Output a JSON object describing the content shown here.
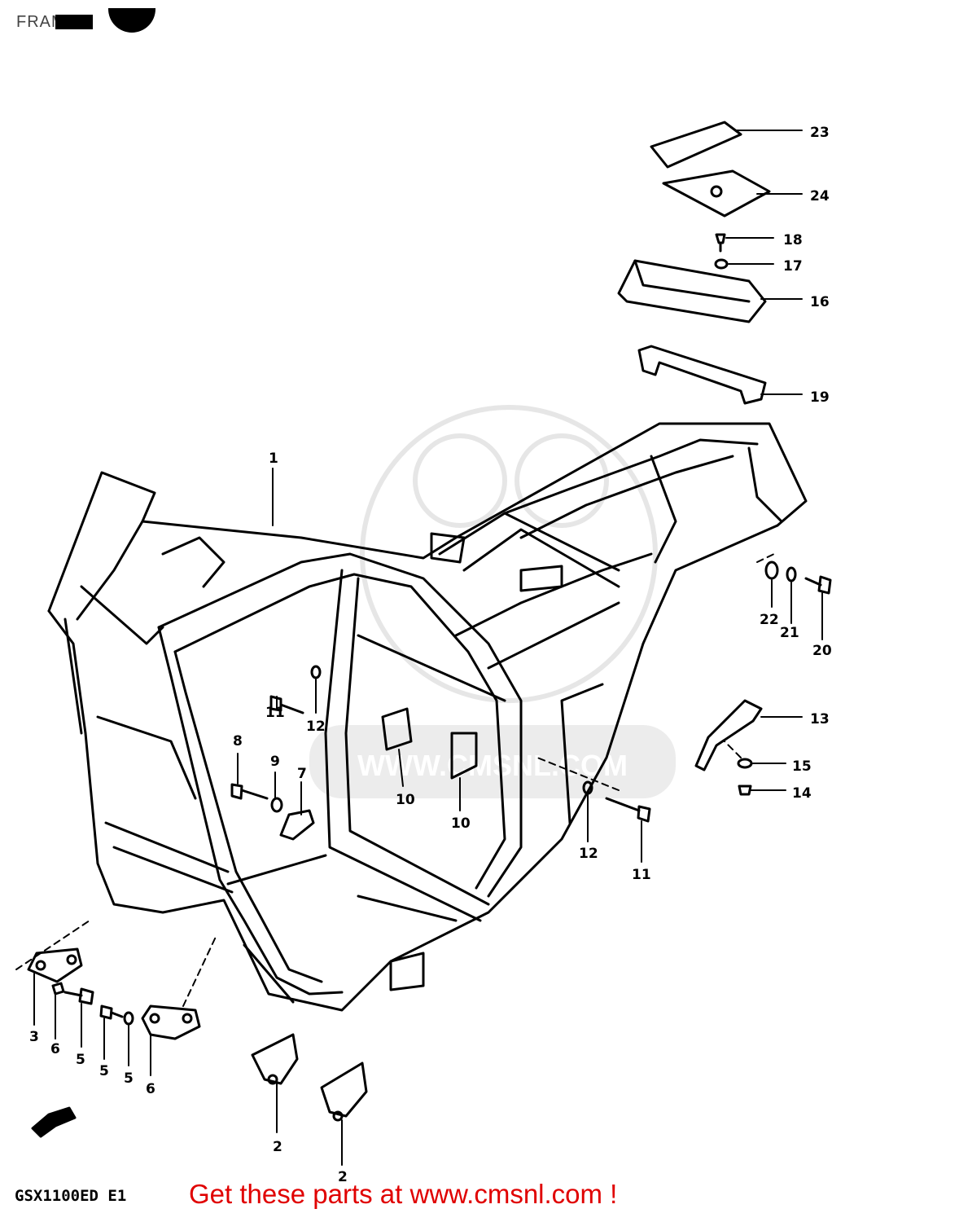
{
  "header": {
    "section_title": "FRAME"
  },
  "footer": {
    "model_code": "GSX1100ED  E1",
    "promo_prefix": "Get these parts at ",
    "promo_link": "www.cmsnl.com",
    "promo_suffix": " !"
  },
  "watermark": {
    "text": "WWW.CMSNL.COM"
  },
  "callouts": [
    {
      "id": "23",
      "label": "23"
    },
    {
      "id": "24",
      "label": "24"
    },
    {
      "id": "18",
      "label": "18"
    },
    {
      "id": "17",
      "label": "17"
    },
    {
      "id": "16",
      "label": "16"
    },
    {
      "id": "19",
      "label": "19"
    },
    {
      "id": "1",
      "label": "1"
    },
    {
      "id": "22",
      "label": "22"
    },
    {
      "id": "21",
      "label": "21"
    },
    {
      "id": "20",
      "label": "20"
    },
    {
      "id": "11a",
      "label": "11"
    },
    {
      "id": "12a",
      "label": "12"
    },
    {
      "id": "13",
      "label": "13"
    },
    {
      "id": "15",
      "label": "15"
    },
    {
      "id": "14",
      "label": "14"
    },
    {
      "id": "8",
      "label": "8"
    },
    {
      "id": "9",
      "label": "9"
    },
    {
      "id": "7",
      "label": "7"
    },
    {
      "id": "10a",
      "label": "10"
    },
    {
      "id": "10b",
      "label": "10"
    },
    {
      "id": "12b",
      "label": "12"
    },
    {
      "id": "11b",
      "label": "11"
    },
    {
      "id": "3",
      "label": "3"
    },
    {
      "id": "6a",
      "label": "6"
    },
    {
      "id": "5a",
      "label": "5"
    },
    {
      "id": "5b",
      "label": "5"
    },
    {
      "id": "5c",
      "label": "5"
    },
    {
      "id": "6b",
      "label": "6"
    },
    {
      "id": "2a",
      "label": "2"
    },
    {
      "id": "2b",
      "label": "2"
    }
  ]
}
